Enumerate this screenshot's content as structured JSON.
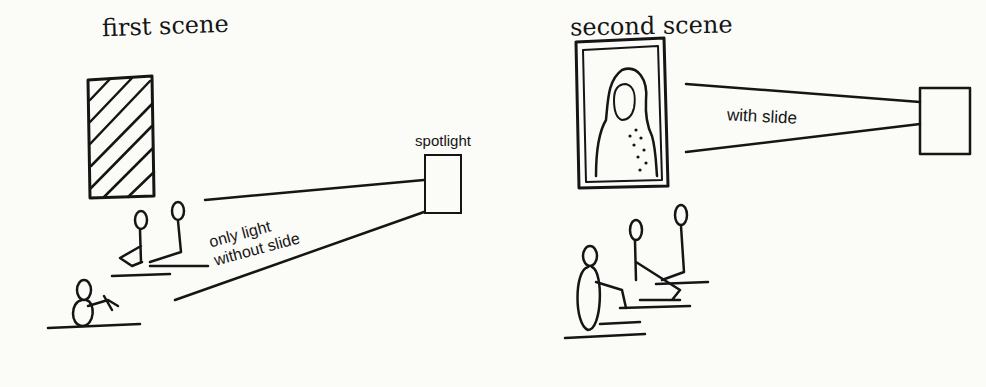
{
  "diagram": {
    "nodes": [
      {
        "text": [
          "spotlight"
        ]
      }
    ],
    "labels": [
      "first scene",
      "only light without slide",
      "second scene",
      "with slide"
    ]
  }
}
